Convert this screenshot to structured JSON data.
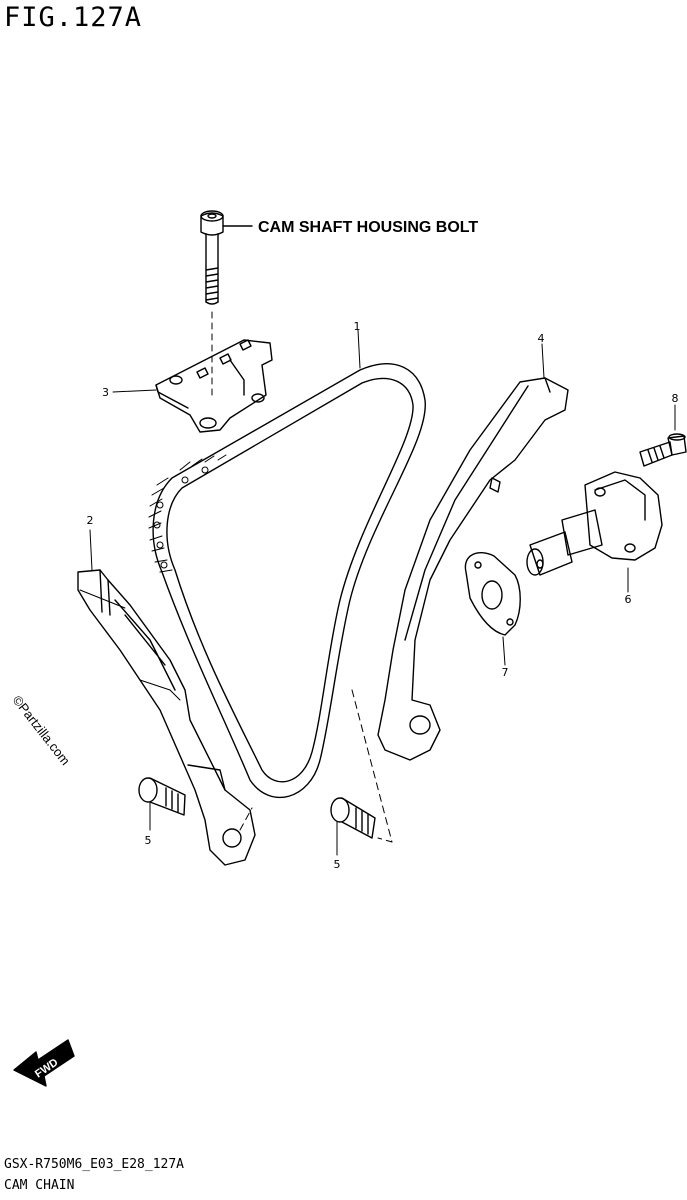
{
  "figure": {
    "title": "FIG.127A",
    "model_code": "GSX-R750M6_E03_E28_127A",
    "caption": "CAM CHAIN"
  },
  "callouts": {
    "housing_bolt": "CAM SHAFT HOUSING BOLT",
    "chain": "1",
    "guide_rear": "2",
    "bracket": "3",
    "guide_front": "4",
    "bolt_a": "5",
    "bolt_b": "5",
    "tensioner": "6",
    "gasket": "7",
    "tensioner_bolt": "8"
  },
  "watermark": "©Partzilla.com",
  "direction_badge": "FWD"
}
